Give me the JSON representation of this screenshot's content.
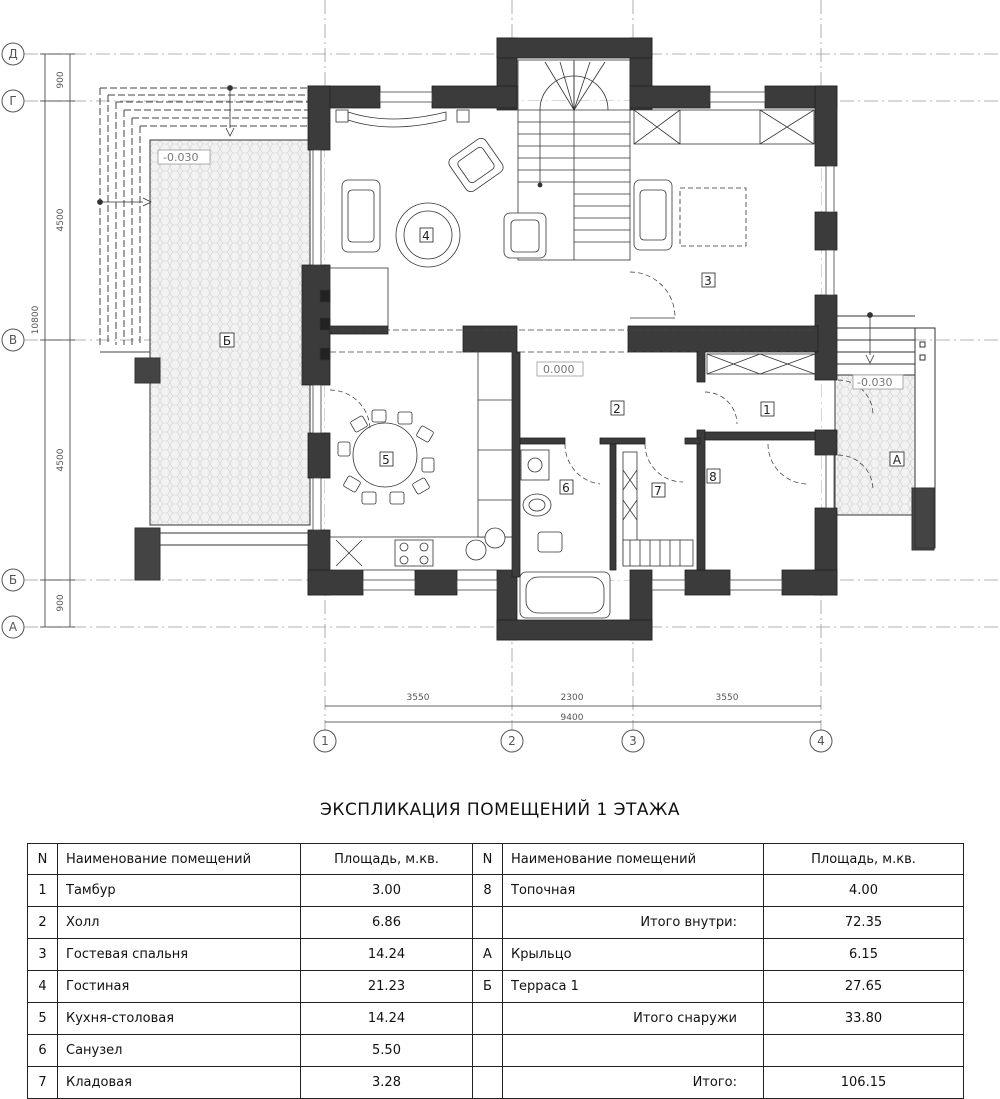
{
  "plan": {
    "axes": {
      "letters": [
        "Д",
        "Г",
        "В",
        "Б",
        "А"
      ],
      "numbers": [
        "1",
        "2",
        "3",
        "4"
      ]
    },
    "dims_vertical": [
      "900",
      "4500",
      "10800",
      "4500",
      "900"
    ],
    "dims_horizontal": [
      "3550",
      "2300",
      "3550",
      "9400"
    ],
    "room_tags": [
      "1",
      "2",
      "3",
      "4",
      "5",
      "6",
      "7",
      "8",
      "А",
      "Б"
    ],
    "levels": [
      "-0.030",
      "0.000",
      "-0.030"
    ]
  },
  "explication": {
    "title": "ЭКСПЛИКАЦИЯ ПОМЕЩЕНИЙ 1 ЭТАЖА",
    "headers": {
      "n": "N",
      "name": "Наименование помещений",
      "area": "Площадь, м.кв."
    },
    "rows": [
      {
        "l_n": "1",
        "l_name": "Тамбур",
        "l_area": "3.00",
        "r_n": "8",
        "r_name": "Топочная",
        "r_area": "4.00",
        "r_sub": false
      },
      {
        "l_n": "2",
        "l_name": "Холл",
        "l_area": "6.86",
        "r_n": "",
        "r_name": "Итого внутри:",
        "r_area": "72.35",
        "r_sub": true
      },
      {
        "l_n": "3",
        "l_name": "Гостевая спальня",
        "l_area": "14.24",
        "r_n": "А",
        "r_name": "Крыльцо",
        "r_area": "6.15",
        "r_sub": false
      },
      {
        "l_n": "4",
        "l_name": "Гостиная",
        "l_area": "21.23",
        "r_n": "Б",
        "r_name": "Терраса 1",
        "r_area": "27.65",
        "r_sub": false
      },
      {
        "l_n": "5",
        "l_name": "Кухня-столовая",
        "l_area": "14.24",
        "r_n": "",
        "r_name": "Итого снаружи",
        "r_area": "33.80",
        "r_sub": true
      },
      {
        "l_n": "6",
        "l_name": "Санузел",
        "l_area": "5.50",
        "r_n": "",
        "r_name": "",
        "r_area": "",
        "r_sub": false
      },
      {
        "l_n": "7",
        "l_name": "Кладовая",
        "l_area": "3.28",
        "r_n": "",
        "r_name": "Итого:",
        "r_area": "106.15",
        "r_sub": true
      }
    ]
  },
  "colors": {
    "wall": "#3b3b3b",
    "line": "#222222",
    "grid": "#9a9a9a",
    "terrace": "#eeeeee"
  }
}
